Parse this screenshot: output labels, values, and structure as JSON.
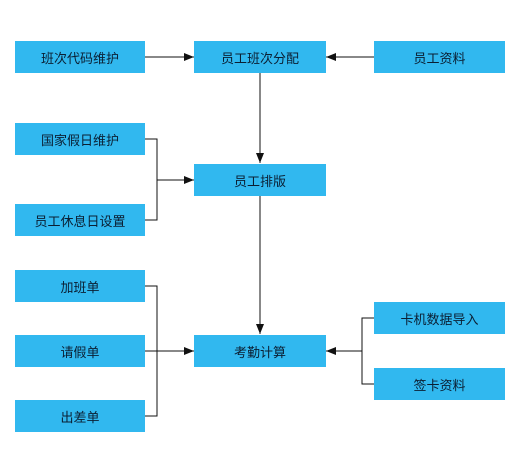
{
  "colors": {
    "box_fill": "#31b8ef",
    "line": "#111111",
    "text": "#0b1f33"
  },
  "nodes": {
    "shift_code_maintenance": "班次代码维护",
    "employee_shift_assignment": "员工班次分配",
    "employee_data": "员工资料",
    "national_holiday_maintenance": "国家假日维护",
    "employee_rest_day_setting": "员工休息日设置",
    "employee_scheduling": "员工排版",
    "overtime_form": "加班单",
    "leave_form": "请假单",
    "business_trip_form": "出差单",
    "attendance_calculation": "考勤计算",
    "card_machine_data_import": "卡机数据导入",
    "sign_card_data": "签卡资料"
  },
  "edges": [
    {
      "from": "shift_code_maintenance",
      "to": "employee_shift_assignment"
    },
    {
      "from": "employee_data",
      "to": "employee_shift_assignment"
    },
    {
      "from": "employee_shift_assignment",
      "to": "employee_scheduling"
    },
    {
      "from": "national_holiday_maintenance",
      "to": "employee_scheduling"
    },
    {
      "from": "employee_rest_day_setting",
      "to": "employee_scheduling"
    },
    {
      "from": "employee_scheduling",
      "to": "attendance_calculation"
    },
    {
      "from": "overtime_form",
      "to": "attendance_calculation"
    },
    {
      "from": "leave_form",
      "to": "attendance_calculation"
    },
    {
      "from": "business_trip_form",
      "to": "attendance_calculation"
    },
    {
      "from": "card_machine_data_import",
      "to": "attendance_calculation"
    },
    {
      "from": "sign_card_data",
      "to": "attendance_calculation"
    }
  ]
}
